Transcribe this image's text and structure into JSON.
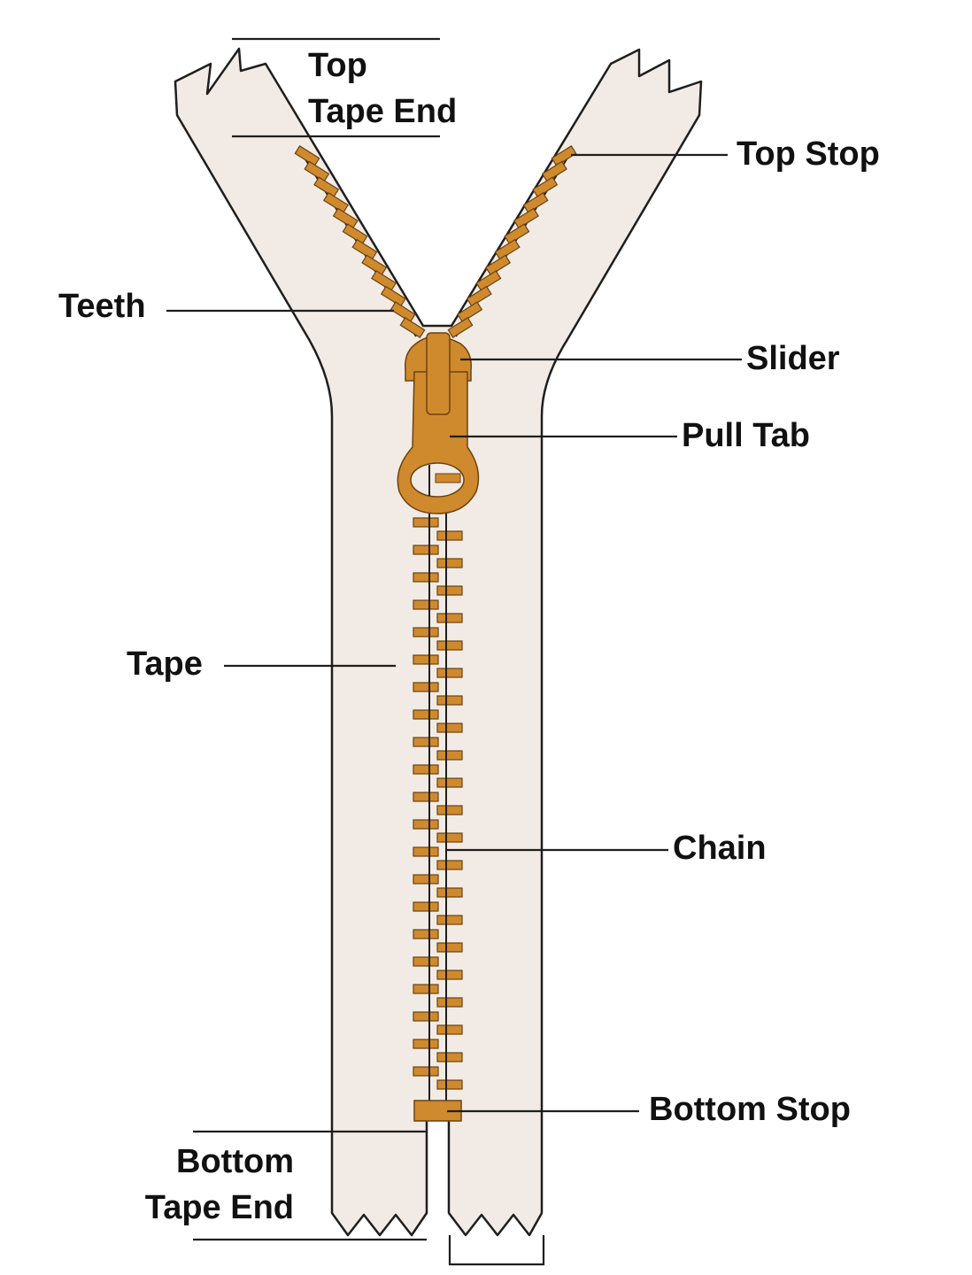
{
  "title": "Zipper anatomy",
  "labels": {
    "top_tape_end": [
      "Top",
      "Tape End"
    ],
    "top_stop": "Top Stop",
    "teeth": "Teeth",
    "slider": "Slider",
    "pull_tab": "Pull Tab",
    "tape": "Tape",
    "chain": "Chain",
    "bottom_stop": "Bottom Stop",
    "bottom_tape_end": [
      "Bottom",
      "Tape End"
    ]
  },
  "colors": {
    "tape": "#f2ebe5",
    "metal": "#cf8a2e",
    "outline": "#1e1e1e"
  }
}
